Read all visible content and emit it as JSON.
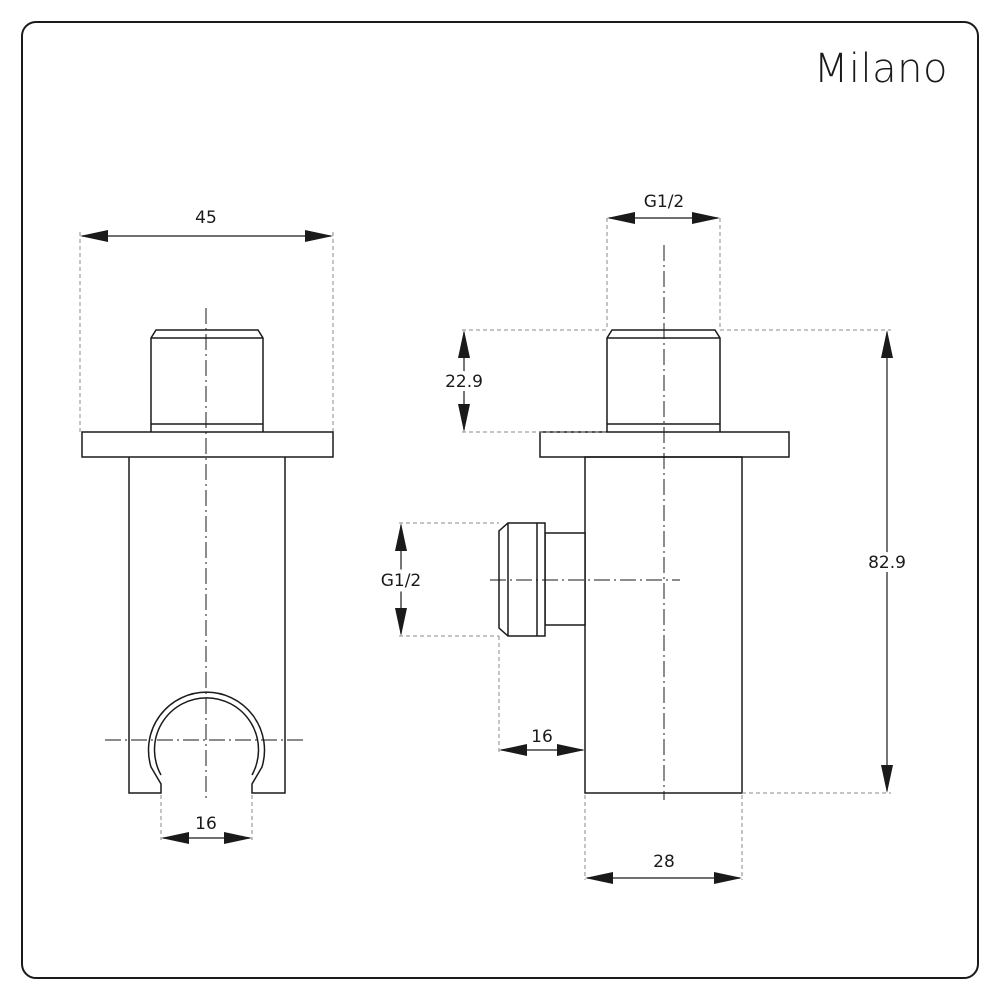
{
  "brand": {
    "name": "Milano"
  },
  "front_view": {
    "width_label": "45",
    "slot_label": "16"
  },
  "side_view": {
    "top_thread_label": "G1/2",
    "top_thread_height_label": "22.9",
    "side_thread_label": "G1/2",
    "total_height_label": "82.9",
    "outlet_length_label": "16",
    "body_width_label": "28"
  }
}
